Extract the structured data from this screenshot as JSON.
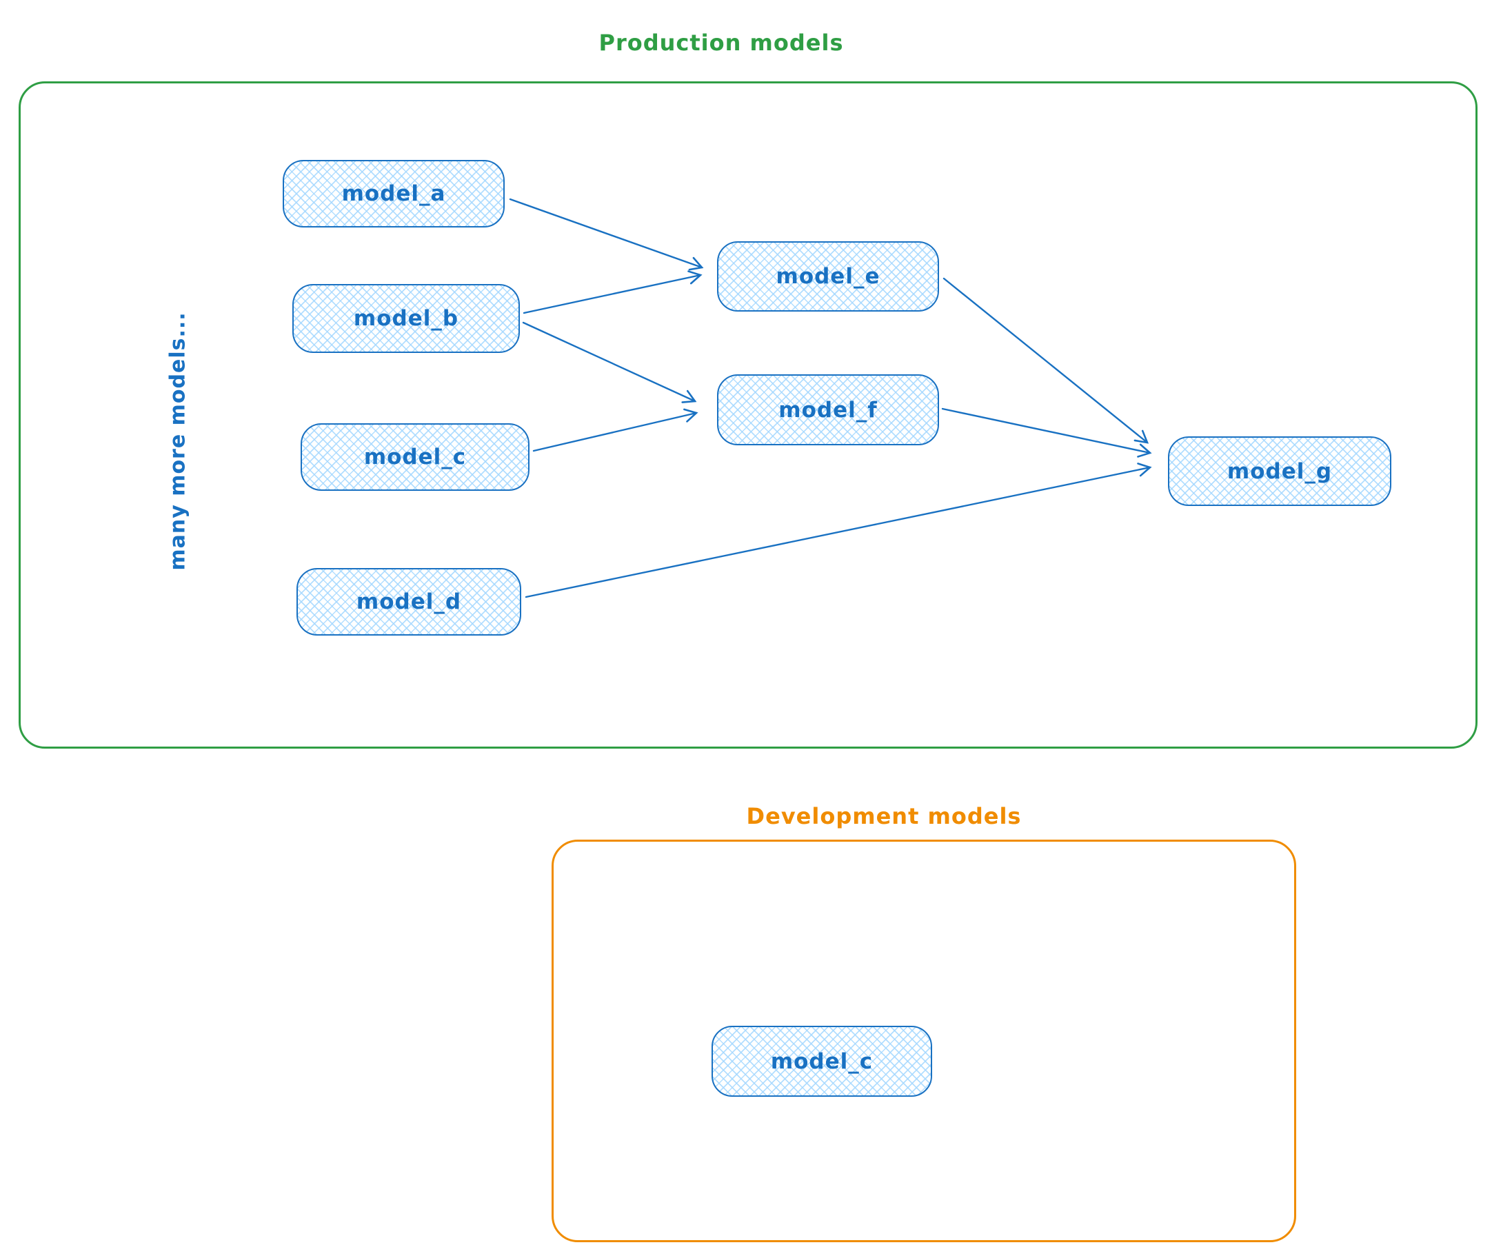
{
  "production": {
    "title": "Production models",
    "accent_color": "#2f9e44",
    "side_note": "many more models...",
    "nodes": [
      {
        "label": "model_a"
      },
      {
        "label": "model_b"
      },
      {
        "label": "model_c"
      },
      {
        "label": "model_d"
      },
      {
        "label": "model_e"
      },
      {
        "label": "model_f"
      },
      {
        "label": "model_g"
      }
    ],
    "edges": [
      {
        "from": "model_a",
        "to": "model_e"
      },
      {
        "from": "model_b",
        "to": "model_e"
      },
      {
        "from": "model_b",
        "to": "model_f"
      },
      {
        "from": "model_c",
        "to": "model_f"
      },
      {
        "from": "model_e",
        "to": "model_g"
      },
      {
        "from": "model_f",
        "to": "model_g"
      },
      {
        "from": "model_d",
        "to": "model_g"
      }
    ]
  },
  "development": {
    "title": "Development models",
    "accent_color": "#f08c00",
    "nodes": [
      {
        "label": "model_c"
      }
    ]
  },
  "node_style": {
    "border_color": "#1971c2",
    "fill_hatch_color": "#a5d8ff",
    "label_color": "#1971c2"
  }
}
